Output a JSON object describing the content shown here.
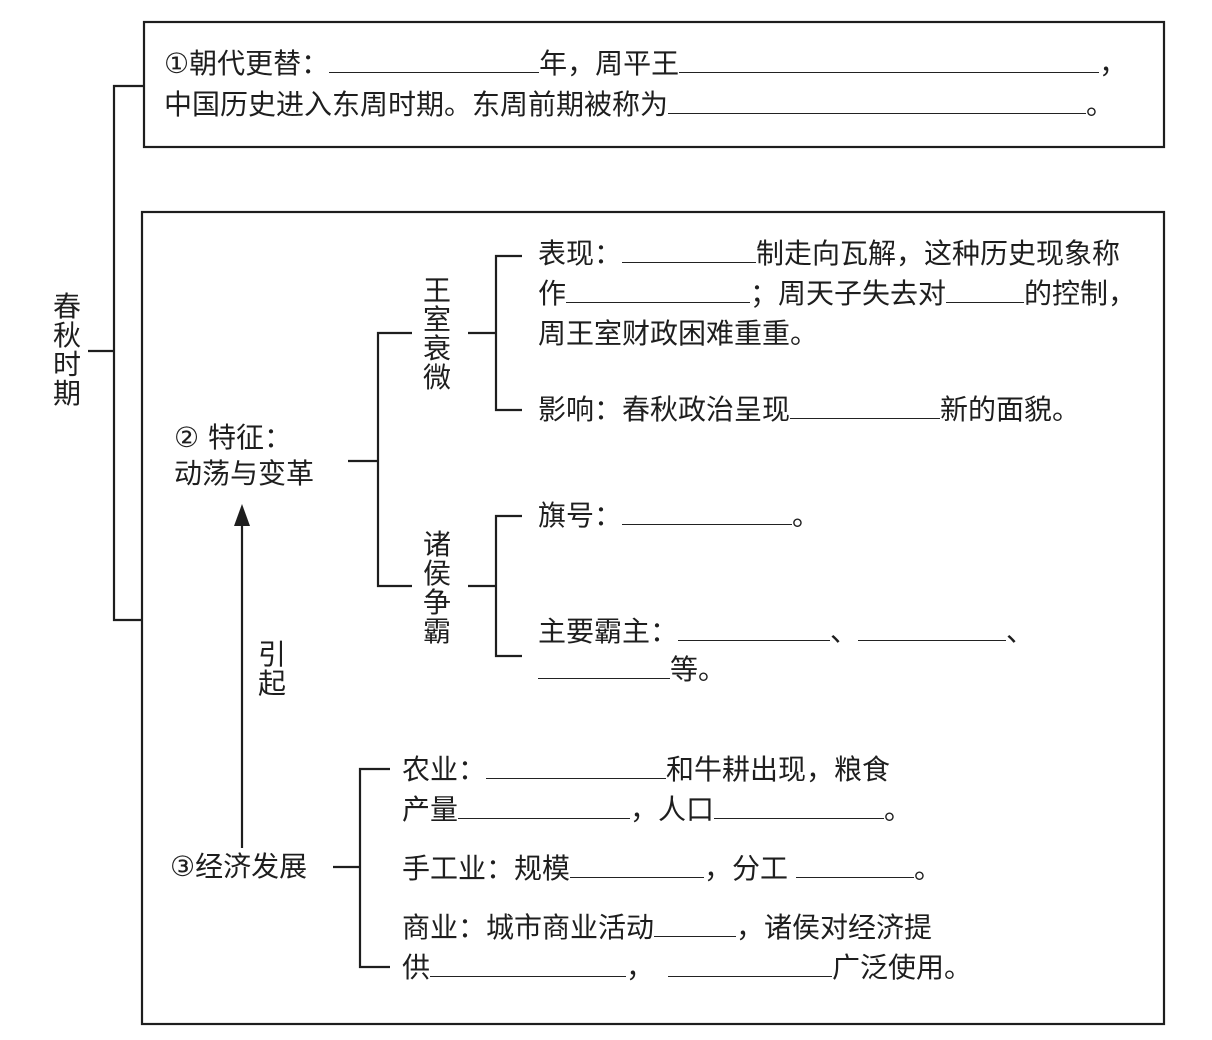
{
  "title_vertical": "春秋时期",
  "box1": {
    "label": "①朝代更替：",
    "year_suffix": "年，周平王",
    "comma": "，",
    "line2": "中国历史进入东周时期。东周前期被称为",
    "period": "。"
  },
  "feature": {
    "line1": "② 特征：",
    "line2": "动荡与变革"
  },
  "royal_decline": {
    "label": "王室衰微",
    "performance_label": "表现：",
    "p1_after": "制走向瓦解，这种历史现象称",
    "p2_start": "作",
    "p2_middle": "；周天子失去对",
    "p2_end": "的控制，",
    "p3": "周王室财政困难重重。",
    "influence_label": "影响：春秋政治呈现",
    "influence_end": "新的面貌。"
  },
  "hegemony": {
    "label": "诸侯争霸",
    "banner_label": "旗号：",
    "banner_end": "。",
    "lords_label": "主要霸主：",
    "sep": "、",
    "lords_end": "等。"
  },
  "cause": "引起",
  "economy": {
    "label": "③经济发展",
    "agri_label": "农业：",
    "agri_after": "和牛耕出现，粮食",
    "agri_line2_start": "产量",
    "agri_line2_mid": "，人口",
    "agri_line2_end": "。",
    "craft_label": "手工业：规模",
    "craft_mid": "，分工",
    "craft_end": "。",
    "commerce_label": "商业：城市商业活动",
    "commerce_after": "，诸侯对经济提",
    "commerce_line2_start": "供",
    "commerce_line2_mid": "，",
    "commerce_line2_end": "广泛使用。"
  }
}
